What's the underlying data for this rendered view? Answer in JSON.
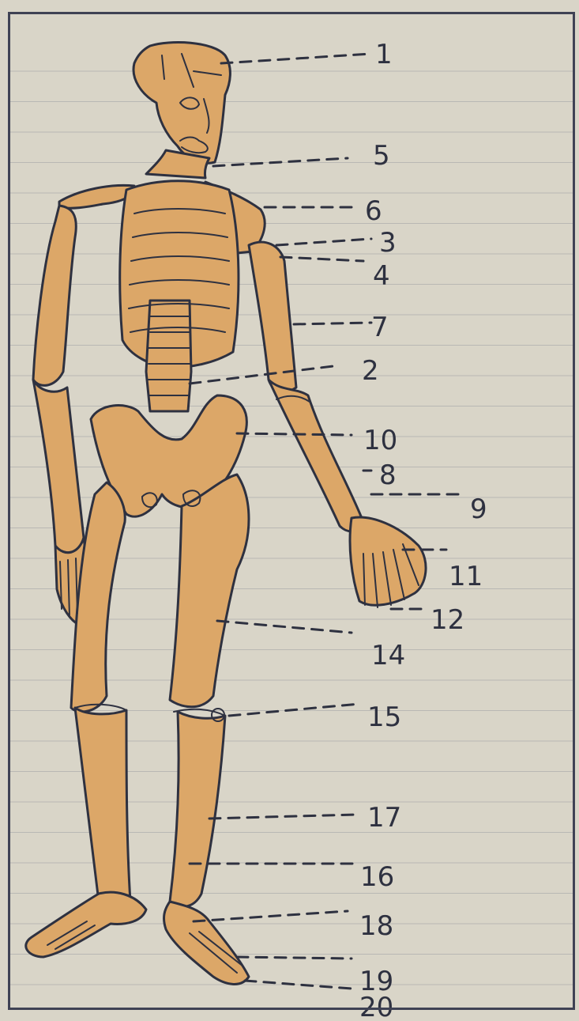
{
  "callouts": [
    {
      "text": "1"
    },
    {
      "text": "5"
    },
    {
      "text": "6"
    },
    {
      "text": "3"
    },
    {
      "text": "4"
    },
    {
      "text": "7"
    },
    {
      "text": "2"
    },
    {
      "text": "10"
    },
    {
      "text": "8"
    },
    {
      "text": "9"
    },
    {
      "text": "11"
    },
    {
      "text": "12"
    },
    {
      "text": "14"
    },
    {
      "text": "15"
    },
    {
      "text": "17"
    },
    {
      "text": "16"
    },
    {
      "text": "18"
    },
    {
      "text": "19"
    },
    {
      "text": "20"
    }
  ],
  "colors": {
    "paper": "#d9d5c8",
    "ruled_line": "#b9b8b4",
    "ink": "#2e3140",
    "bone_fill": "#dca768"
  }
}
